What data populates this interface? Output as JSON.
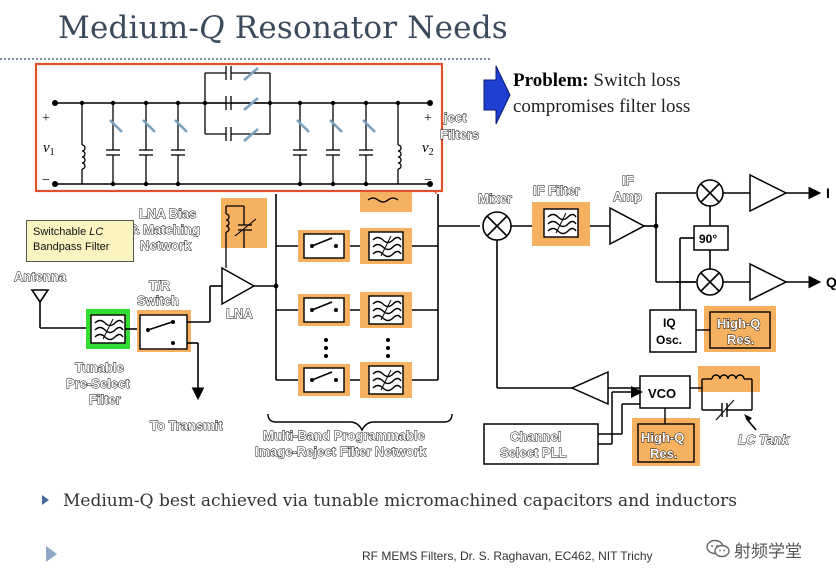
{
  "slide": {
    "title_prefix": "Medium-",
    "title_q": "Q",
    "title_suffix": " Resonator Needs",
    "problem_label": "Problem:",
    "problem_line1": " Switch loss",
    "problem_line2": "compromises filter loss",
    "bullet": "Medium-Q best achieved via tunable micromachined capacitors and inductors",
    "footer": "RF MEMS Filters, Dr. S. Raghavan, EC462, NIT Trichy",
    "watermark": "射频学堂"
  },
  "callout": {
    "line1_prefix": "Switchable ",
    "line1_lc": "LC",
    "line2": "Bandpass Filter"
  },
  "labels": {
    "v1": "v",
    "v1_sub": "1",
    "v2": "v",
    "v2_sub": "2",
    "plus": "+",
    "minus": "−",
    "ject": "ject",
    "filters": "Filters",
    "lna_bias_1": "LNA Bias",
    "lna_bias_2": "& Matching",
    "lna_bias_3": "Network",
    "antenna": "Antenna",
    "tr_1": "T/R",
    "tr_2": "Switch",
    "lna": "LNA",
    "tunable_1": "Tunable",
    "tunable_2": "Pre-Select",
    "tunable_3": "Filter",
    "to_transmit": "To Transmit",
    "multiband_1": "Multi-Band Programmable",
    "multiband_2": "Image-Reject Filter Network",
    "mixer": "Mixer",
    "if_filter": "IF Filter",
    "if_amp_1": "IF",
    "if_amp_2": "Amp",
    "i_out": "I",
    "q_out": "Q",
    "phase": "90°",
    "iq_1": "IQ",
    "iq_2": "Osc.",
    "highq_1": "High-Q",
    "highq_2": "Res.",
    "vco": "VCO",
    "lc_tank": "LC Tank",
    "channel_1": "Channel",
    "channel_2": "Select PLL"
  },
  "colors": {
    "title": "#3a4a5c",
    "filter_box_border": "#e0502a",
    "tunable_highlight": "#f5b060",
    "preselect_highlight": "#33dd33",
    "arrow_blue": "#1e3fd0",
    "callout_bg": "#fbf3c0"
  }
}
